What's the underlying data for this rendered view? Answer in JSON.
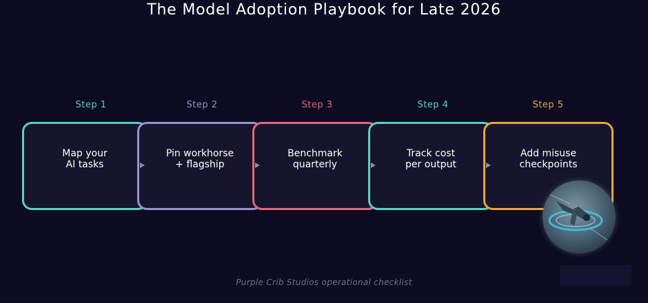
{
  "title": "The Model Adoption Playbook for Late 2026",
  "steps": [
    {
      "label": "Step 1",
      "text": "Map your\nAI tasks",
      "color": "#5ecfc3"
    },
    {
      "label": "Step 2",
      "text": "Pin workhorse\n+ flagship",
      "color": "#9a92cf"
    },
    {
      "label": "Step 3",
      "text": "Benchmark\nquarterly",
      "color": "#e06a7a"
    },
    {
      "label": "Step 4",
      "text": "Track cost\nper output",
      "color": "#5ecfc3"
    },
    {
      "label": "Step 5",
      "text": "Add misuse\ncheckpoints",
      "color": "#e7a73c"
    }
  ],
  "footer": "Purple Crib Studios operational checklist",
  "icons": {
    "arrow": "arrow-right-icon",
    "emblem": "diving-figure-emblem-icon"
  }
}
